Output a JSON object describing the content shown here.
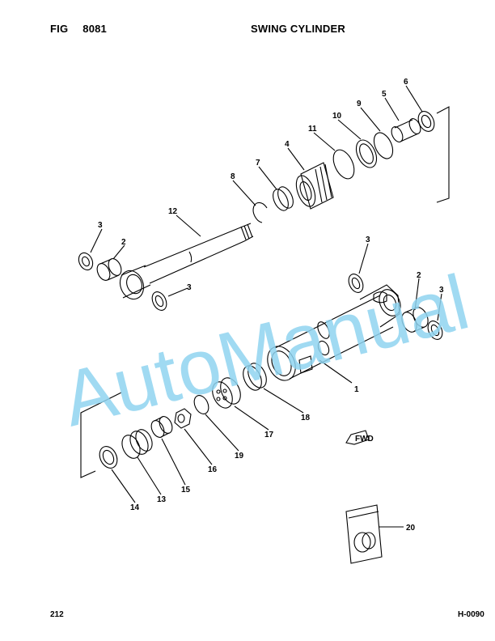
{
  "header": {
    "fig_label": "FIG",
    "fig_number": "8081",
    "title": "SWING CYLINDER"
  },
  "footer": {
    "page_number": "212",
    "ref_code": "H-0090"
  },
  "watermark": {
    "text": "AutoManual",
    "color": "#8fd3f0"
  },
  "fwd_label": "FWD",
  "callouts": [
    "1",
    "2",
    "2",
    "3",
    "3",
    "3",
    "3",
    "4",
    "5",
    "6",
    "7",
    "8",
    "9",
    "10",
    "11",
    "12",
    "13",
    "14",
    "15",
    "16",
    "17",
    "18",
    "19",
    "20"
  ]
}
